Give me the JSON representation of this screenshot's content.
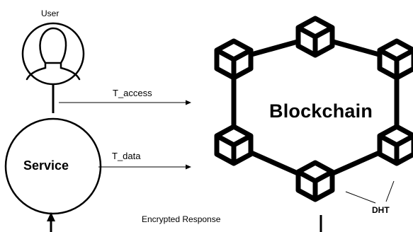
{
  "labels": {
    "user": "User",
    "service": "Service",
    "t_access": "T_access",
    "t_data": "T_data",
    "blockchain": "Blockchain",
    "encrypted_response": "Encrypted Response",
    "dht": "DHT"
  },
  "icons": {
    "user": "user-avatar-icon",
    "block": "cube-icon"
  },
  "colors": {
    "stroke": "#000000",
    "background": "#ffffff"
  }
}
